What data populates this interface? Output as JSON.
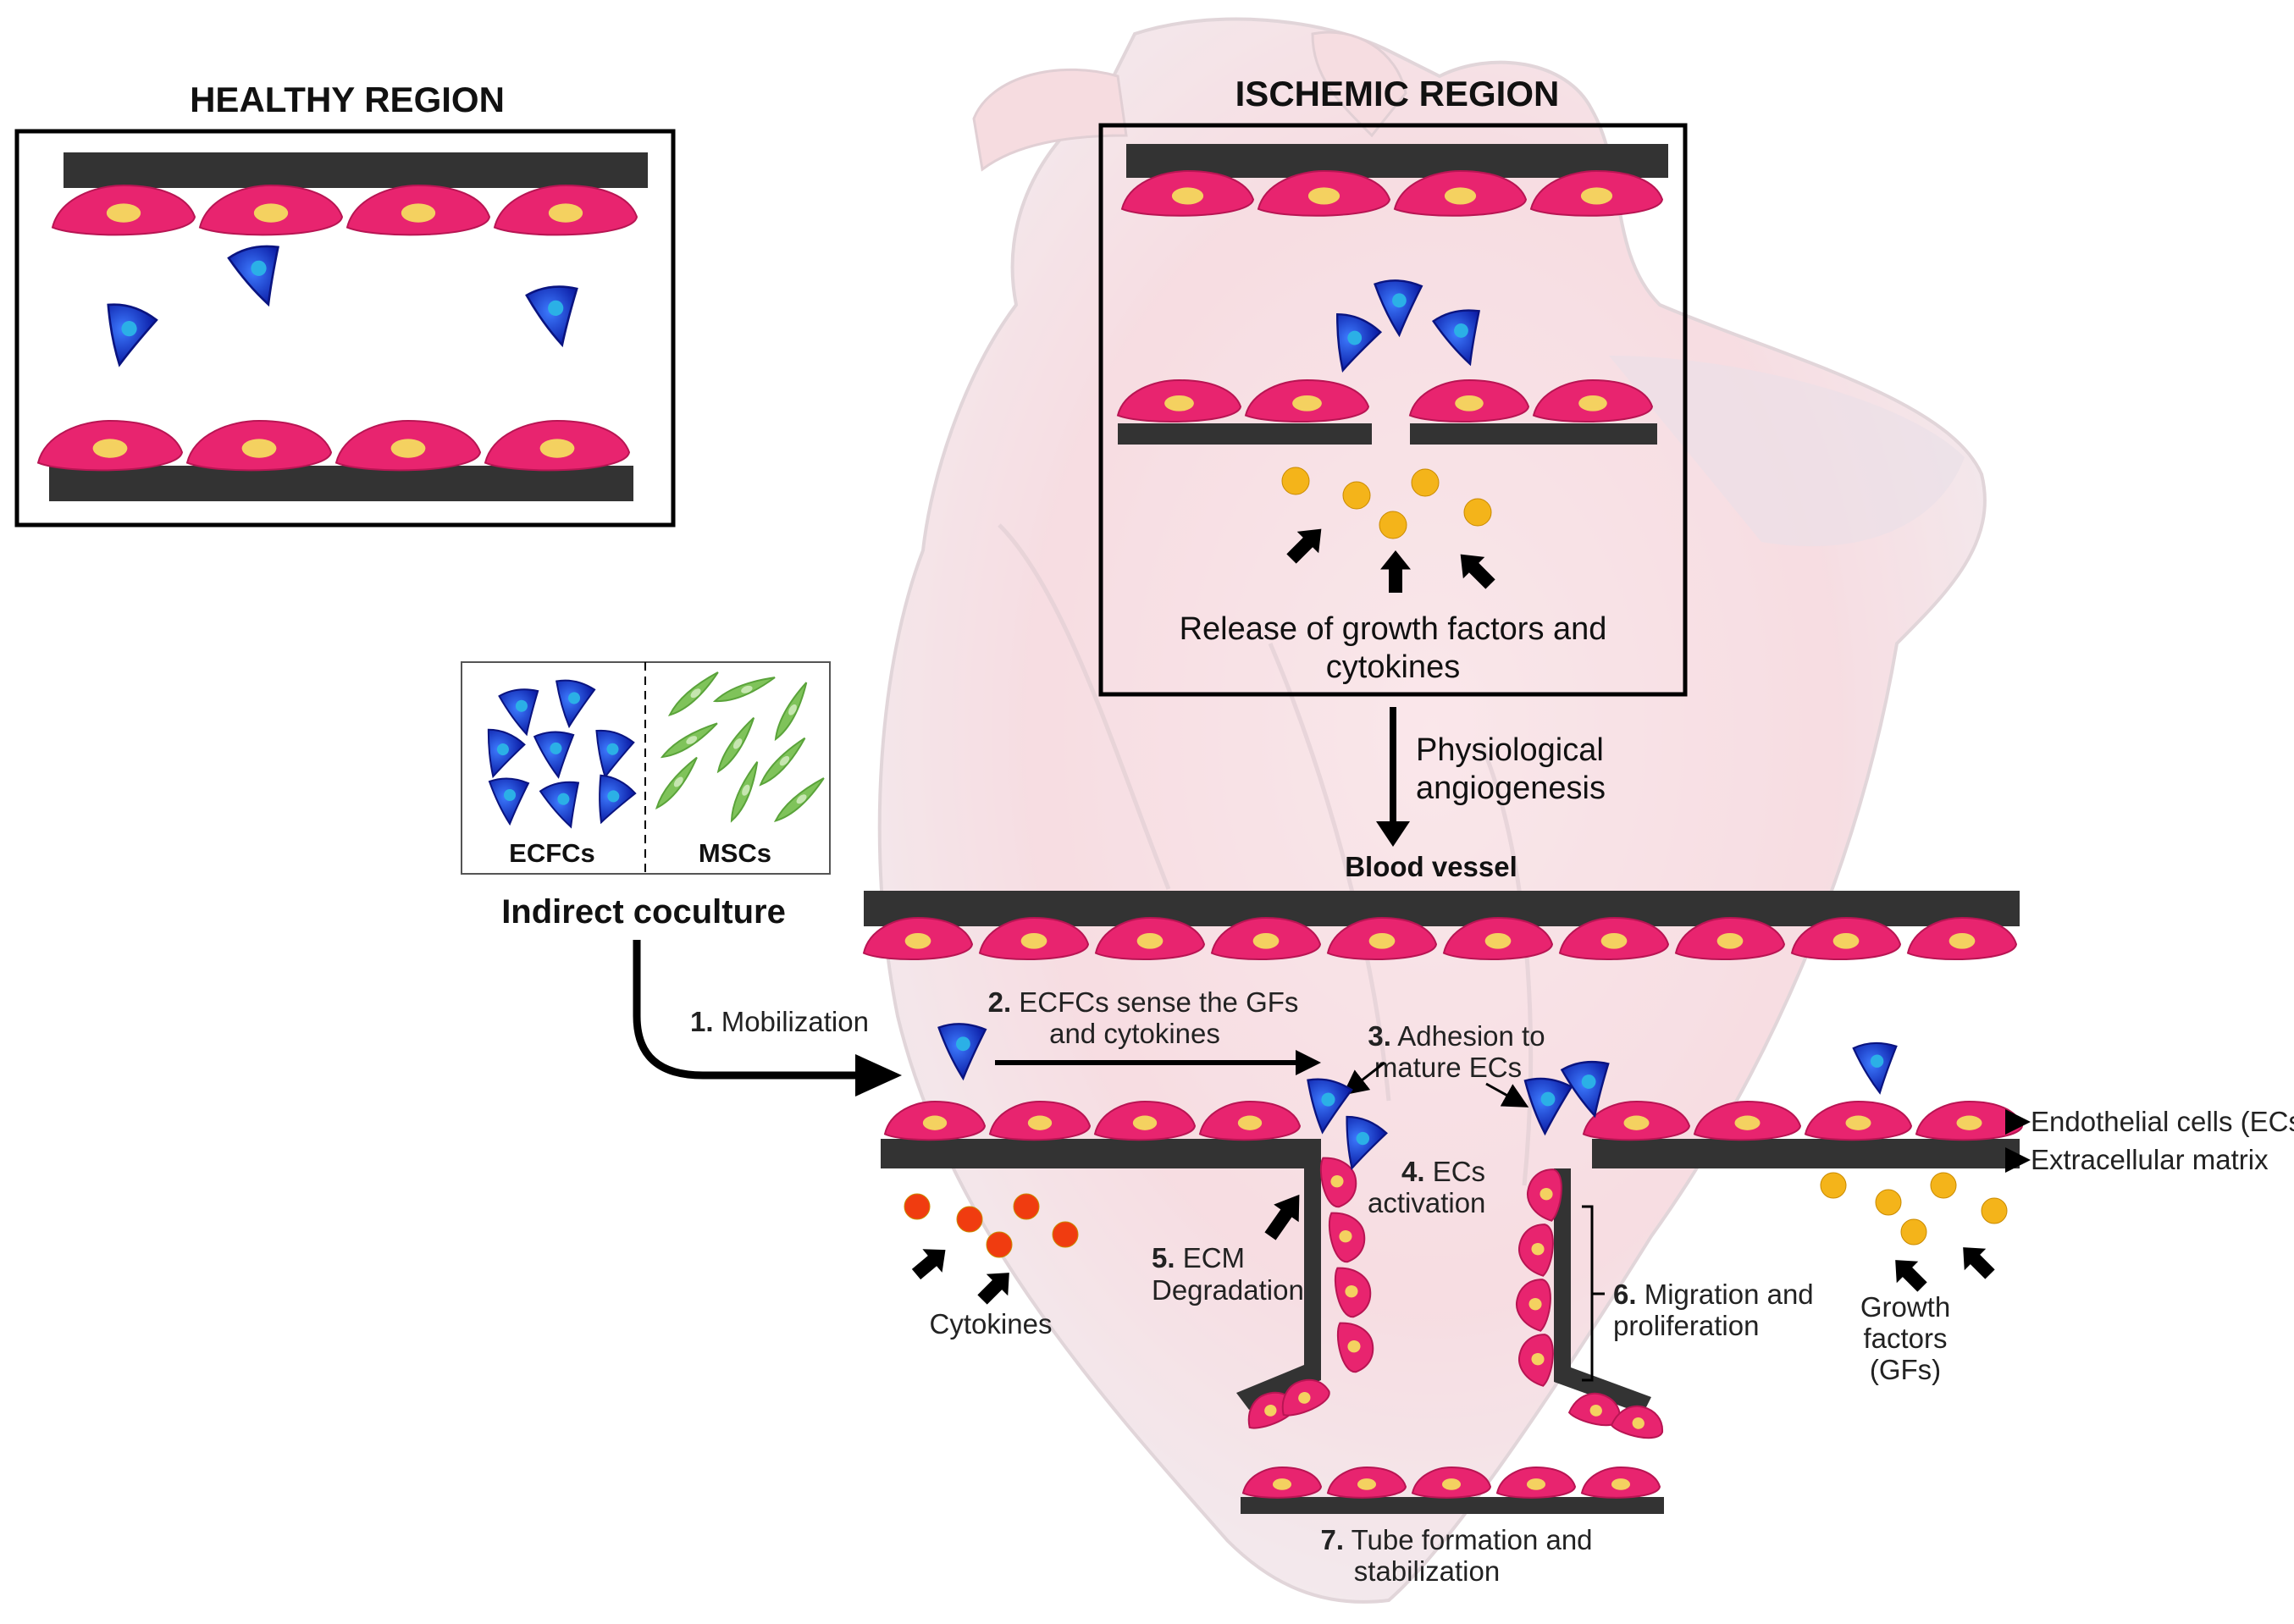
{
  "titles": {
    "healthy": "HEALTHY REGION",
    "ischemic": "ISCHEMIC REGION"
  },
  "ischemic_caption": [
    "Release of growth factors and",
    "cytokines"
  ],
  "physiological": [
    "Physiological",
    "angiogenesis"
  ],
  "blood_vessel": "Blood vessel",
  "coculture": {
    "ecfcs": "ECFCs",
    "mscs": "MSCs",
    "caption": "Indirect coculture"
  },
  "steps": {
    "s1": {
      "num": "1.",
      "text": "Mobilization"
    },
    "s2": {
      "num": "2.",
      "line1": "ECFCs sense the GFs",
      "line2": "and cytokines"
    },
    "s3": {
      "num": "3.",
      "line1": "Adhesion to",
      "line2": "mature ECs"
    },
    "s4": {
      "num": "4.",
      "line1": "ECs",
      "line2": "activation"
    },
    "s5": {
      "num": "5.",
      "line1": "ECM",
      "line2": "Degradation"
    },
    "s6": {
      "num": "6.",
      "line1": "Migration and",
      "line2": "proliferation"
    },
    "s7": {
      "num": "7.",
      "line1": "Tube formation and",
      "line2": "stabilization"
    }
  },
  "labels": {
    "endothelial": "Endothelial cells (ECs)",
    "ecm": "Extracellular matrix",
    "cytokines": "Cytokines",
    "growth_factors": [
      "Growth",
      "factors",
      "(GFs)"
    ]
  },
  "colors": {
    "cell": "#e8246f",
    "nucleus": "#f4d160",
    "membrane": "#3a3a3a",
    "ecfc": "#1530c8",
    "msc": "#5aa33a",
    "growth_factor": "#f4b41a",
    "cytokine": "#f03c10",
    "heart": "#f3c9cf"
  },
  "icons": [
    "heart-illustration",
    "endothelial-cell",
    "ecfc-cell",
    "msc-cell",
    "growth-factor-dot",
    "cytokine-dot",
    "arrow"
  ]
}
